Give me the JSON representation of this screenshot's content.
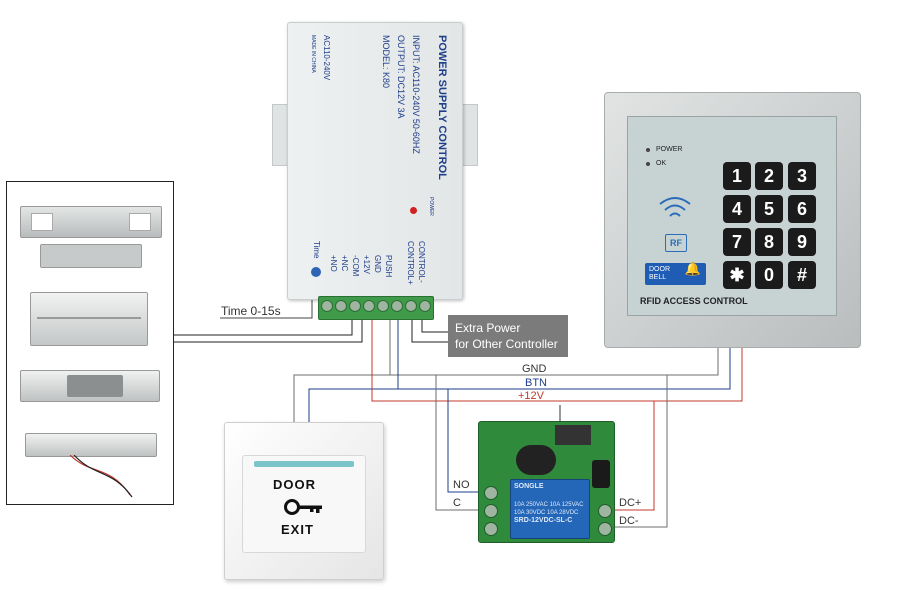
{
  "power_supply": {
    "title": "POWER SUPPLY CONTROL",
    "input": "INPUT: AC110-240V  50-60HZ",
    "output": "OUTPUT: DC12V  3A",
    "model": "MODEL: K80",
    "ac": "AC110-240V",
    "made_in": "MADE IN CHINA",
    "power_led": "POWER",
    "time_label": "Time",
    "terminals": [
      "+NO",
      "+NC",
      "-COM",
      "+12V",
      "GND",
      "PUSH",
      "CONTROL+",
      "CONTROL-"
    ]
  },
  "labels": {
    "time": "Time 0-15s",
    "extra_power_line1": "Extra Power",
    "extra_power_line2": "for Other Controller",
    "gnd": "GND",
    "btn": "BTN",
    "plus12v": "+12V",
    "no": "NO",
    "c": "C",
    "dc_plus": "DC+",
    "dc_minus": "DC-"
  },
  "keypad": {
    "power": "POWER",
    "ok": "OK",
    "rf": "RF",
    "doorbell_line1": "DOOR",
    "doorbell_line2": "BELL",
    "footer": "RFID ACCESS CONTROL",
    "keys": [
      "1",
      "2",
      "3",
      "4",
      "5",
      "6",
      "7",
      "8",
      "9",
      "✱",
      "0",
      "#"
    ]
  },
  "exit_button": {
    "door": "DOOR",
    "exit": "EXIT"
  },
  "relay": {
    "brand": "SONGLE",
    "spec1": "10A 250VAC  10A 125VAC",
    "spec2": "10A 30VDC  10A 28VDC",
    "model": "SRD-12VDC-SL-C"
  },
  "colors": {
    "wire_black": "#222222",
    "wire_gray": "#6d6d6d",
    "wire_blue": "#1f3e8a",
    "wire_red": "#c0392b"
  }
}
